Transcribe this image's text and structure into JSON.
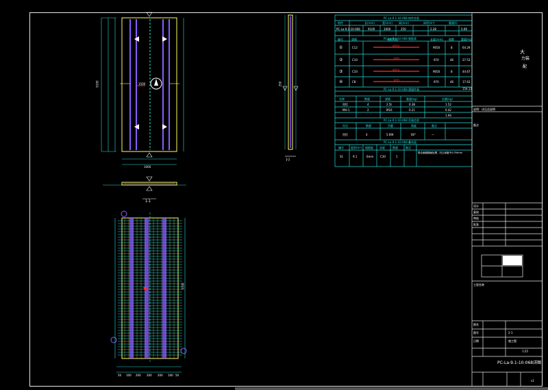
{
  "drawing": {
    "view_labels": {
      "section_1_1": "1-1",
      "section_j_j": "J-J"
    },
    "title_side": [
      "大",
      "力装",
      "配"
    ],
    "drawing_title": "PC-La-9.1-10-068详图",
    "scale": "1:25",
    "corner_mark": "v1",
    "title_block": {
      "label_design": "设计",
      "label_check": "复核",
      "label_review": "审核",
      "label_approve": "批准",
      "label_project": "工程名称",
      "label_sheet": "图名",
      "label_no": "图号",
      "label_date": "日期",
      "sheet_no": "2-1",
      "stage": "施工图"
    },
    "notes_header": "说明：详见总说明",
    "remarks_label": "备注",
    "colors": {
      "frame": "#e8e8e8",
      "table_line": "#29e0e0",
      "rebar_main": "#8a5cff",
      "rebar_dist": "#29e0e0",
      "outline": "#ffff66",
      "highlight": "#ff3030"
    }
  },
  "tables": {
    "t1_title": "PC-La-9.1-10-068 构件信息",
    "t1_headers": [
      "构件",
      "长(mm)",
      "宽(mm)",
      "高(mm)",
      "体积(m³)",
      "重量(t)"
    ],
    "t1_row": [
      "PC-La-9.1-10-068",
      "9100",
      "1000",
      "250",
      "2.28",
      "5.69"
    ],
    "t2_title": "PC-La-9.1-10-068 钢筋表",
    "t2_headers": [
      "编号",
      "规格",
      "钢筋简图",
      "长度(mm)",
      "根数",
      "重量(kg)"
    ],
    "t2_rows": [
      [
        "①",
        "C12",
        "9050",
        "9050",
        "8",
        "64.29"
      ],
      [
        "②",
        "C10",
        "970",
        "970",
        "46",
        "27.53"
      ],
      [
        "③",
        "C10",
        "9050",
        "9050",
        "8",
        "44.67"
      ],
      [
        "④",
        "C8",
        "970",
        "970",
        "46",
        "17.63"
      ]
    ],
    "t2_total": "154.12",
    "t3_title": "PC-La-9.1-10-068 预埋件表",
    "t3_headers": [
      "名称",
      "数量",
      "规格",
      "重量(kg)",
      "总重(kg)"
    ],
    "t3_rows": [
      [
        "吊钉",
        "4",
        "2.5t",
        "0.38",
        "1.52"
      ],
      [
        "MH-1",
        "2",
        "M16",
        "0.21",
        "0.42"
      ]
    ],
    "t3_total": "1.94",
    "t4_title": "PC-La-9.1-10-068 吊装信息",
    "t4_headers": [
      "吊点",
      "数量",
      "吊重",
      "角度",
      "备注"
    ],
    "t4_row": [
      "吊钉",
      "4",
      "5.69t",
      "60°",
      "—"
    ],
    "t5_title": "PC-La-9.1-10-068 叠合面",
    "t5_headers": [
      "编号",
      "面积(m²)",
      "粗糙度",
      "深度",
      "数量",
      "备注"
    ],
    "t5_row": [
      "S1",
      "9.1",
      "6mm",
      "C30",
      "1",
      "叠合面粗糙面处理，凹凸深度不小于6mm"
    ]
  },
  "marks": {
    "dim_left_total": "9100",
    "dim_bottom_total": "1000",
    "dim_right_plan": "9100",
    "section_width": "250",
    "bottom_dims": [
      "50",
      "100",
      "200",
      "200",
      "200",
      "100",
      "50"
    ],
    "center_mark": "1500"
  }
}
